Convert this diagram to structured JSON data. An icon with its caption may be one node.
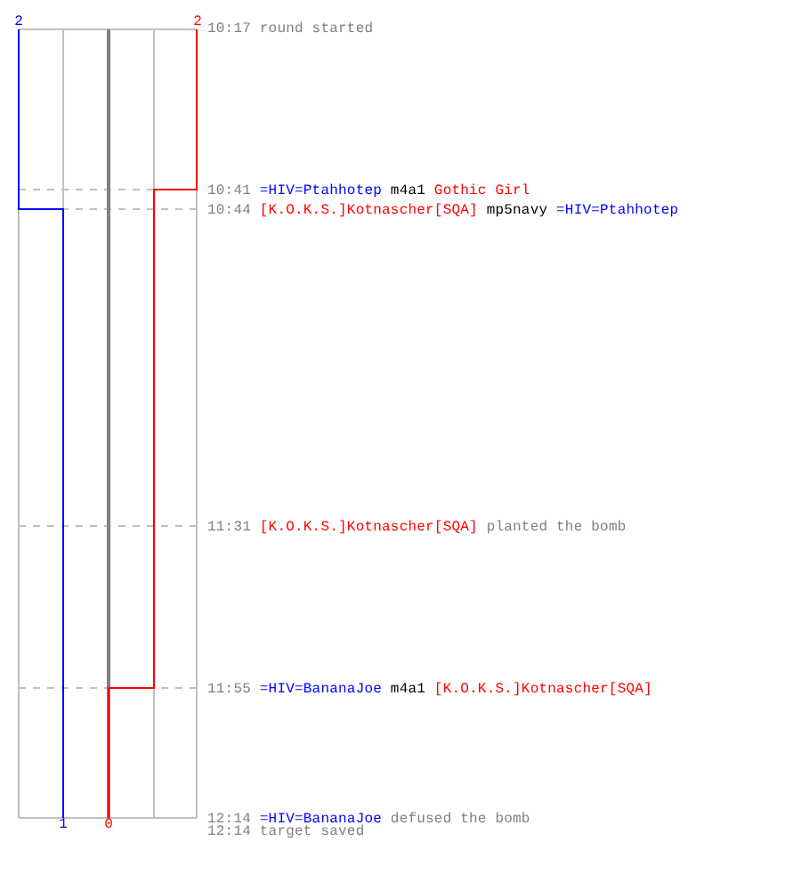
{
  "diagram": {
    "labels": [
      "2",
      "2",
      "10:17",
      "round started",
      "10:41",
      "=HIV=Ptahhotep",
      "m4a1",
      "Gothic Girl",
      "10:44",
      "[K.O.K.S.]Kotnascher[SQA]",
      "mp5navy",
      "=HIV=Ptahhotep",
      "11:31",
      "[K.O.K.S.]Kotnascher[SQA]",
      "planted the bomb",
      "11:55",
      "=HIV=BananaJoe",
      "m4a1",
      "[K.O.K.S.]Kotnascher[SQA]",
      "1",
      "0",
      "12:14",
      "=HIV=BananaJoe",
      "defused the bomb",
      "12:14",
      "target saved"
    ]
  }
}
